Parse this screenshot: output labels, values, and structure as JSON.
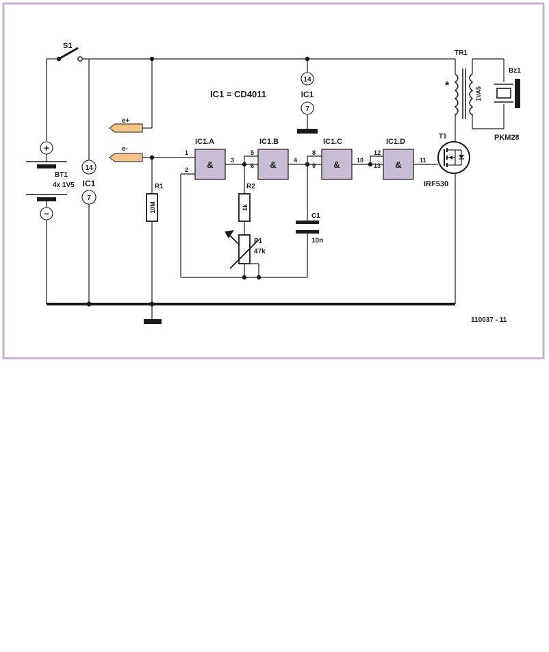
{
  "labels": {
    "s1": "S1",
    "tr1": "TR1",
    "bz1": "Bz1",
    "pkm28": "PKM28",
    "vaxs": "1VA5",
    "star": "*",
    "ic1_eq": "IC1 = CD4011",
    "ic1": "IC1",
    "pin14": "14",
    "pin7": "7",
    "e_plus": "e+",
    "e_minus": "e-",
    "bt1": "BT1",
    "bt1_val": "4x 1V5",
    "plus": "+",
    "minus": "−",
    "r1": "R1",
    "r1_val": "10M",
    "r2": "R2",
    "r2_val": "1k",
    "p1": "P1",
    "p1_val": "47k",
    "c1": "C1",
    "c1_val": "10n",
    "t1": "T1",
    "irf530": "IRF530",
    "gate_a": "IC1.A",
    "gate_b": "IC1.B",
    "gate_c": "IC1.C",
    "gate_d": "IC1.D",
    "amp": "&",
    "pin_1": "1",
    "pin_2": "2",
    "pin_3": "3",
    "pin_4": "4",
    "pin_5": "5",
    "pin_6": "6",
    "pin_8": "8",
    "pin_9": "9",
    "pin_10": "10",
    "pin_11": "11",
    "pin_12": "12",
    "pin_13": "13",
    "code": "110037 - 11"
  },
  "colors": {
    "frame": "#c3b3cf",
    "gate_fill": "#c9bdd6",
    "probe_fill": "#f2c48a",
    "ink": "#1a1a1a"
  }
}
